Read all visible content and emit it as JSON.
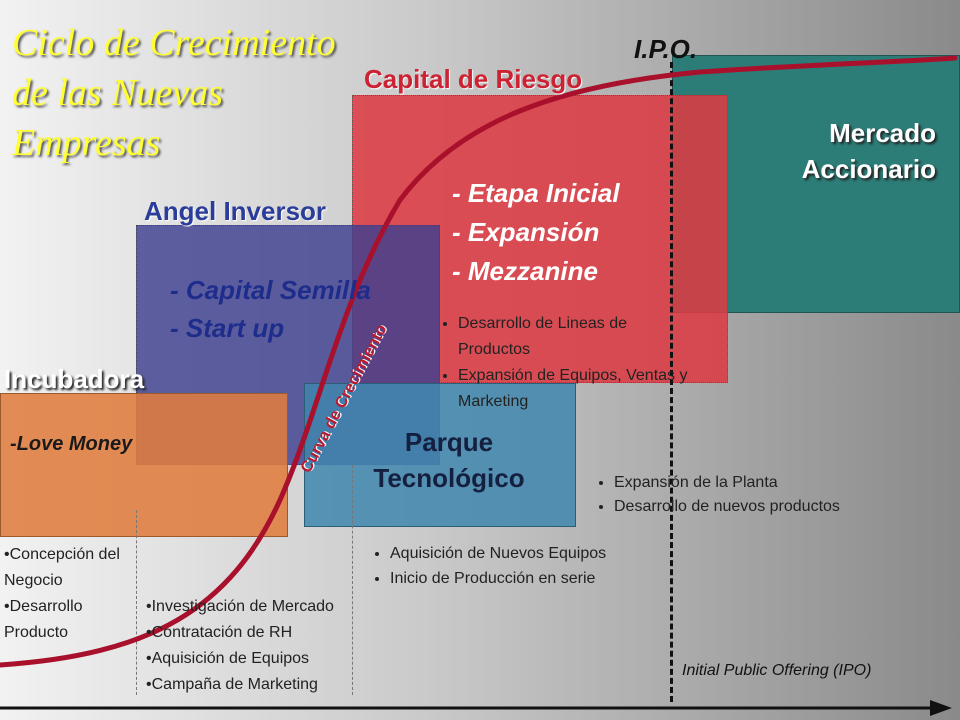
{
  "title": {
    "lines": [
      "Ciclo de Crecimiento",
      "de las Nuevas",
      "Empresas"
    ]
  },
  "ipo_label": "I.P.O.",
  "stages": {
    "capital_riesgo": {
      "label": "Capital de Riesgo",
      "items": [
        "- Etapa Inicial",
        "- Expansión",
        "- Mezzanine"
      ]
    },
    "angel": {
      "label": "Angel Inversor",
      "items": [
        "- Capital Semilla",
        "- Start up"
      ]
    },
    "incubadora": {
      "label": "Incubadora",
      "items": [
        "-Love Money"
      ]
    },
    "parque": {
      "label_lines": [
        "Parque",
        "Tecnológico"
      ]
    },
    "mercado": {
      "label_lines": [
        "Mercado",
        "Accionario"
      ]
    }
  },
  "curve_label": "Curva de Crecimiento",
  "notes": {
    "riesgo": [
      "Desarrollo de Lineas de Productos",
      "Expansión de Equipos, Ventas y Marketing"
    ],
    "planta": [
      "Expansión de la Planta",
      "Desarrollo de nuevos productos"
    ],
    "equipos": [
      "Aquisición de Nuevos Equipos",
      "Inicio de Producción en serie"
    ],
    "concepcion": [
      "Concepción del Negocio",
      "Desarrollo Producto"
    ],
    "investigacion": [
      "Investigación de Mercado",
      "Contratación de RH",
      "Aquisición de Equipos",
      "Campaña de Marketing"
    ]
  },
  "ipo_caption": "Initial Public Offering (IPO)",
  "colors": {
    "red_box": "#dd3b44",
    "blue_box": "#3d3f8f",
    "orange_box": "#e07c3e",
    "steel_box": "#3f86ad",
    "teal_box": "#2c7c77",
    "curve": "#a8102c"
  }
}
